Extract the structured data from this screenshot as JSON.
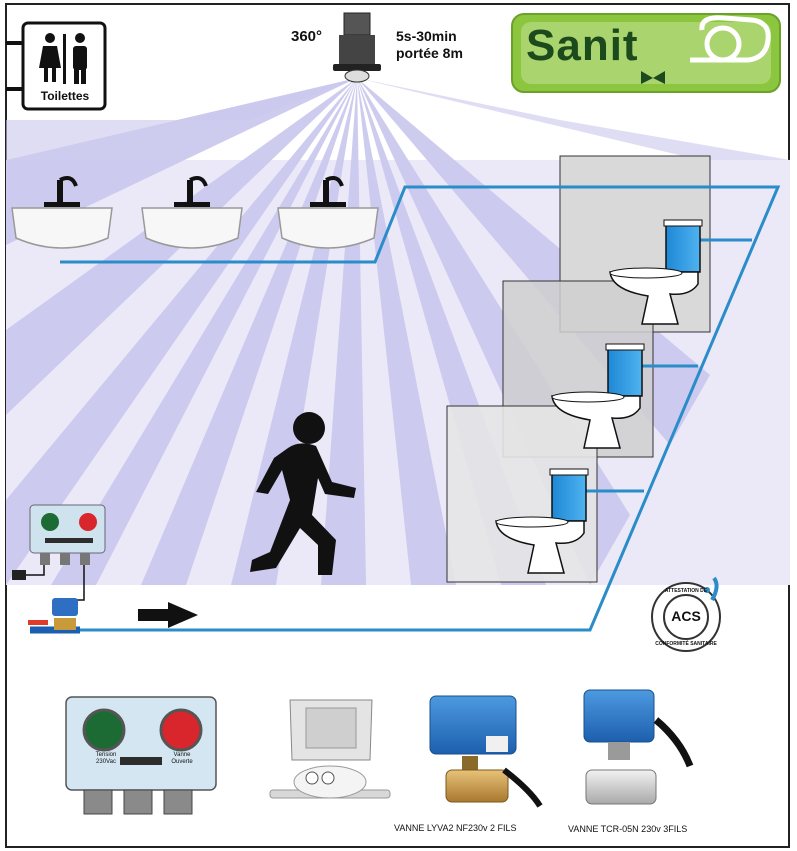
{
  "sign": {
    "label": "Toilettes"
  },
  "sensor": {
    "angle_label": "360°",
    "timing_label": "5s-30min",
    "range_label": "portée 8m"
  },
  "logo": {
    "text": "Sanit",
    "accent_color": "#7fc31c",
    "text_color": "#1d4a1d"
  },
  "control_box": {
    "left_label": "Tension 230Vac",
    "right_label": "Vanne Ouverte"
  },
  "acs_badge": {
    "center": "ACS",
    "ring_top": "ATTESTATION DE",
    "ring_bottom": "CONFORMITÉ SANITAIRE"
  },
  "products": {
    "valve1_caption": "VANNE LYVA2 NF230v 2 FILS",
    "valve2_caption": "VANNE TCR-05N 230v  3FILS"
  },
  "colors": {
    "beam": "#c9c6ec",
    "pipe": "#2a8cc8",
    "water": "#2a9be0",
    "panel": "#d6d6d6"
  }
}
